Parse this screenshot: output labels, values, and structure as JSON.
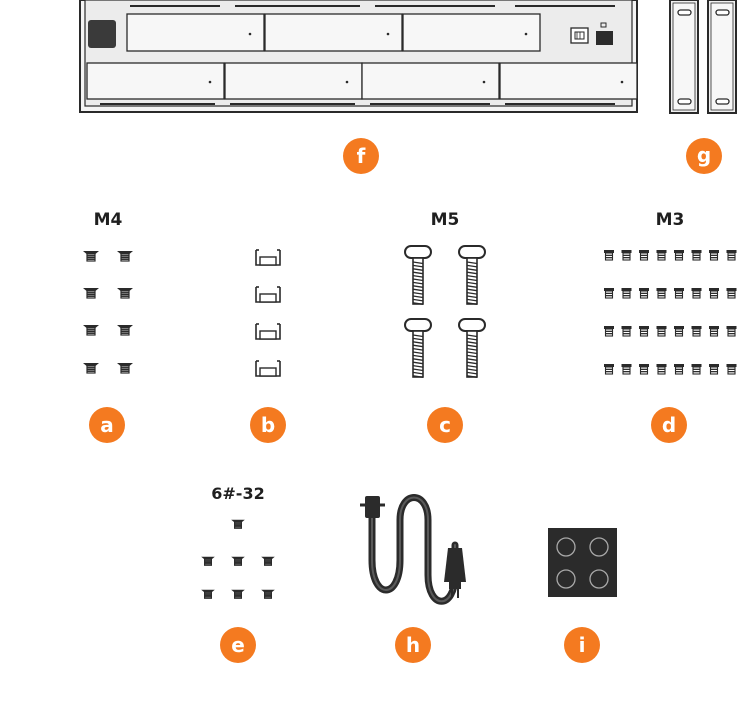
{
  "labels": {
    "m4": "M4",
    "m5": "M5",
    "m3": "M3",
    "six32": "6#-32"
  },
  "badges": {
    "a": "a",
    "b": "b",
    "c": "c",
    "d": "d",
    "e": "e",
    "f": "f",
    "g": "g",
    "h": "h",
    "i": "i"
  },
  "colors": {
    "badge": "#f47a20",
    "outline": "#2a2a2a",
    "panel": "#efefef",
    "pad": "#2b2b2b"
  }
}
